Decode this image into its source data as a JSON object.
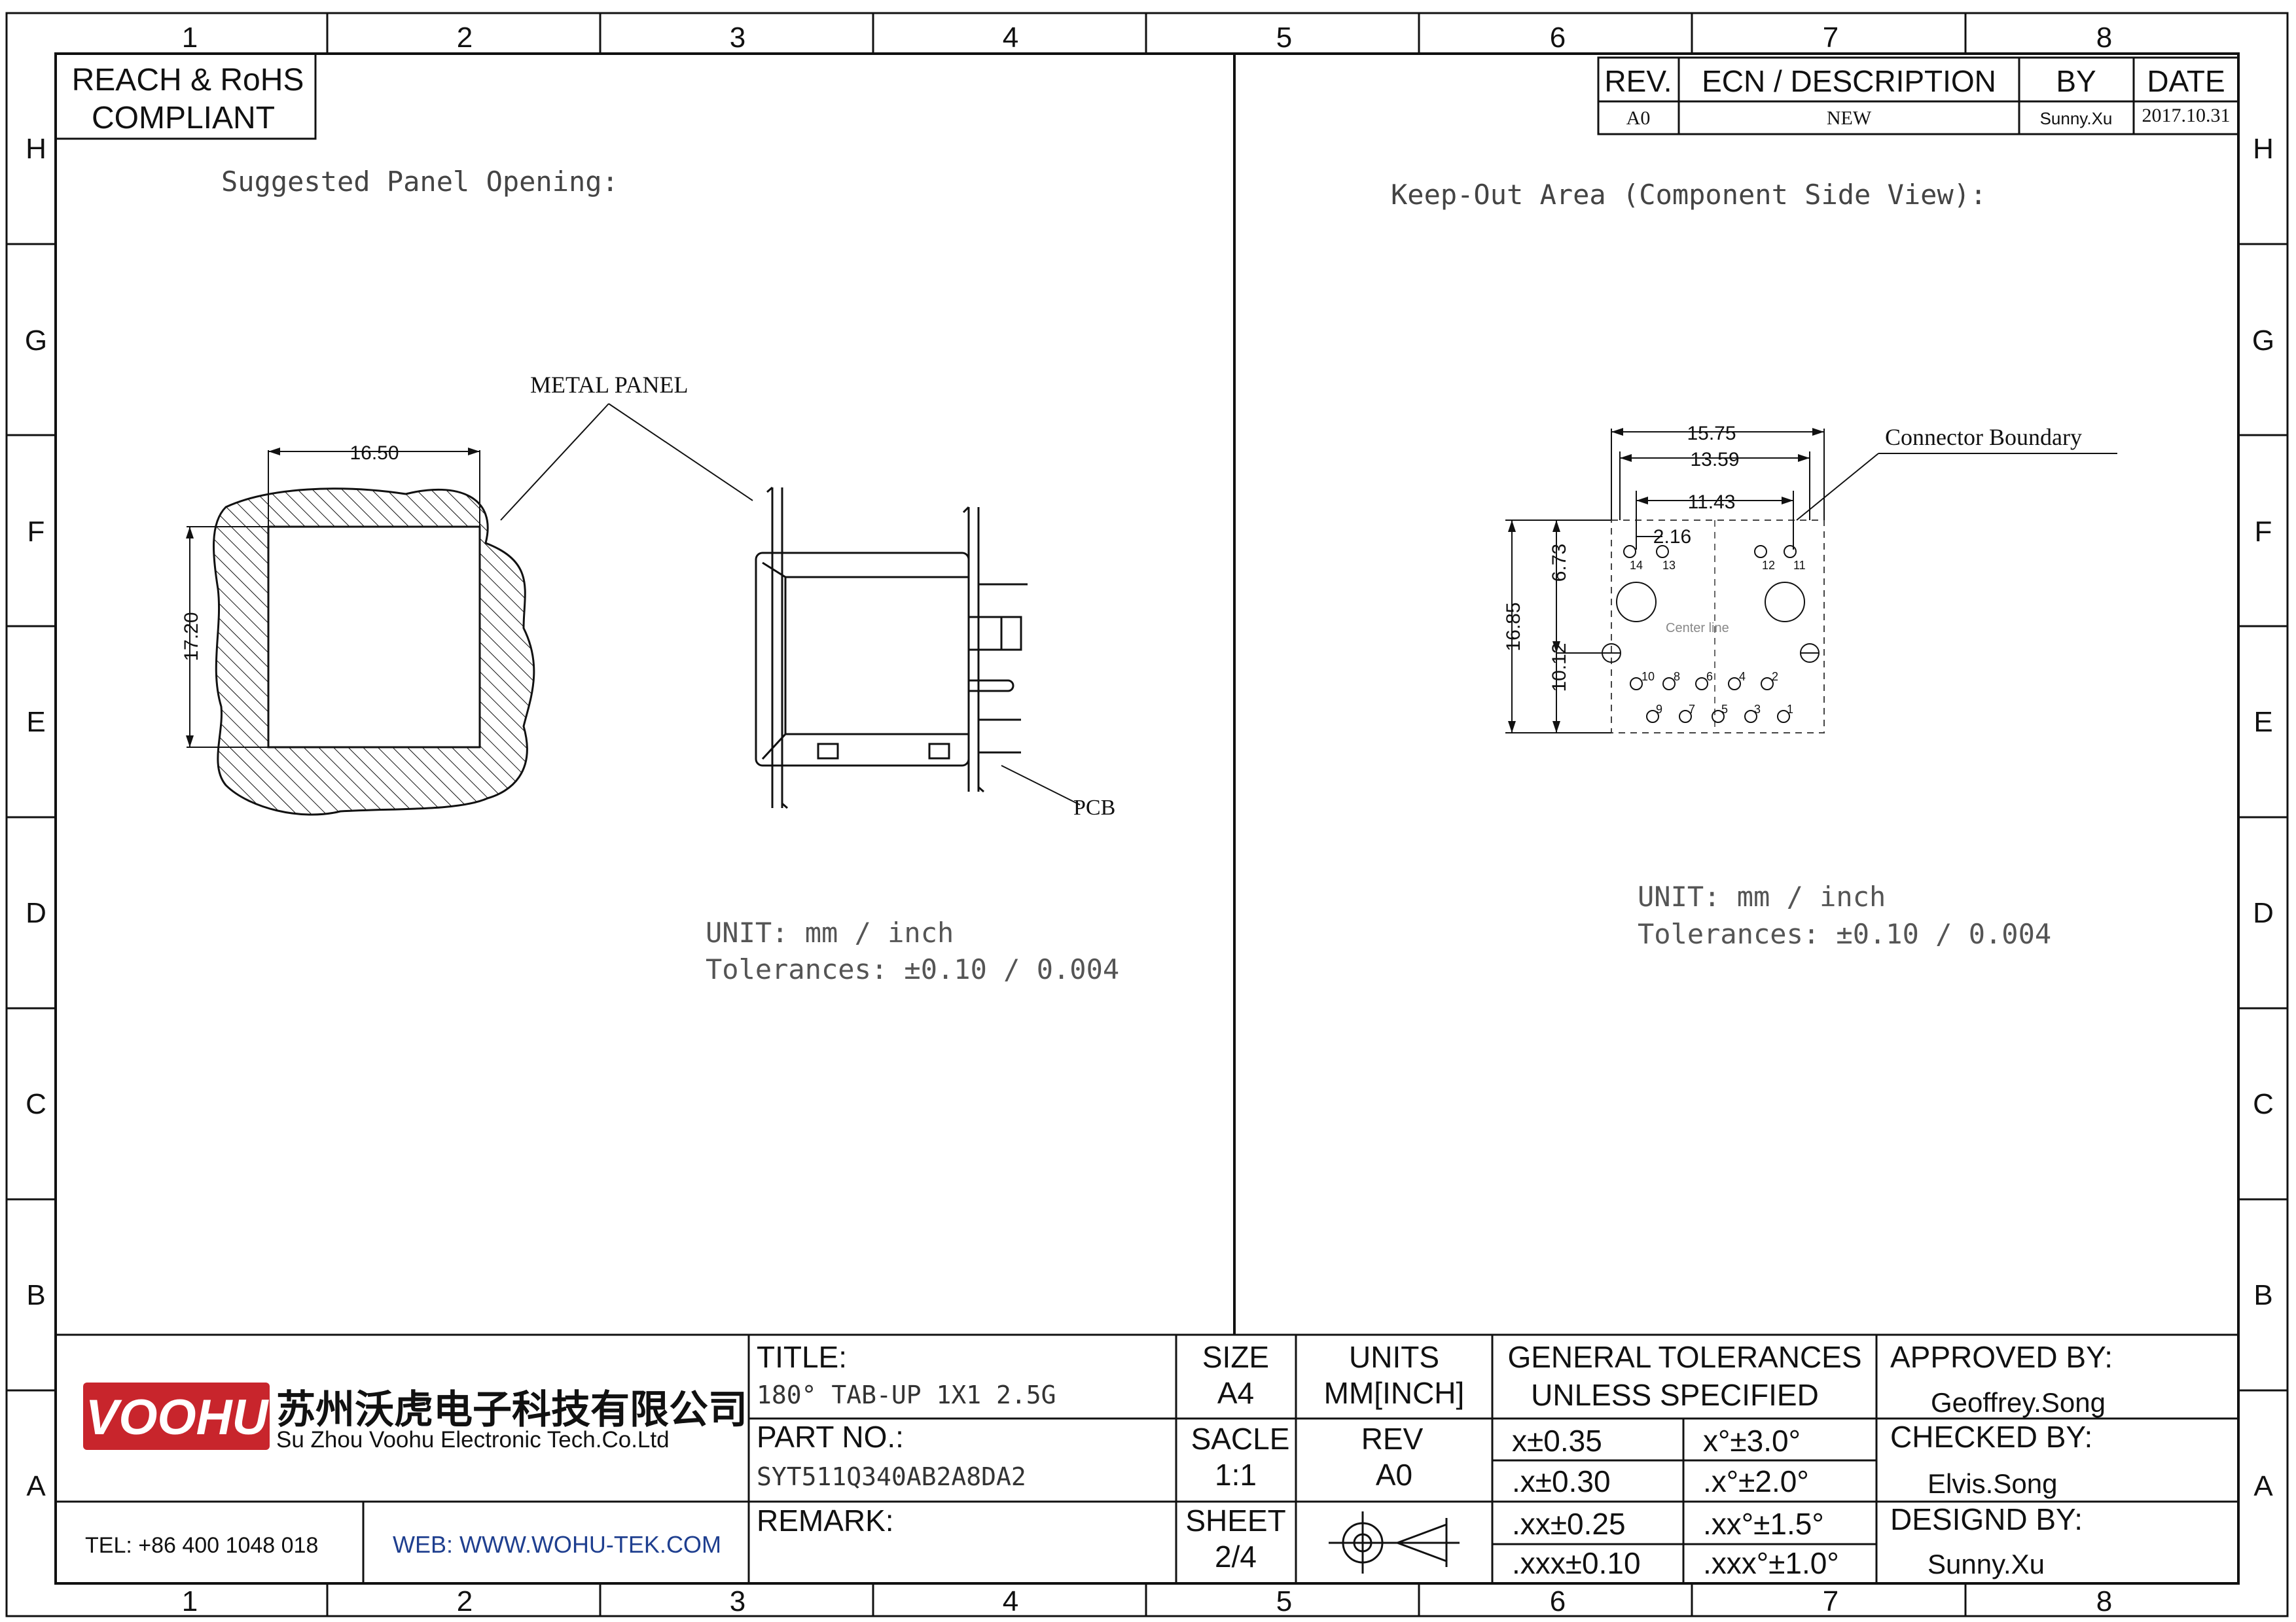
{
  "frame": {
    "columns": [
      "1",
      "2",
      "3",
      "4",
      "5",
      "6",
      "7",
      "8"
    ],
    "rows": [
      "H",
      "G",
      "F",
      "E",
      "D",
      "C",
      "B",
      "A"
    ]
  },
  "compliance": {
    "line1": "REACH & RoHS",
    "line2": "COMPLIANT"
  },
  "revision": {
    "headers": [
      "REV.",
      "ECN / DESCRIPTION",
      "BY",
      "DATE"
    ],
    "rows": [
      {
        "rev": "A0",
        "description": "NEW",
        "by": "Sunny.Xu",
        "date": "2017.10.31"
      }
    ]
  },
  "left_view": {
    "heading": "Suggested Panel Opening:",
    "metal_panel_label": "METAL PANEL",
    "pcb_label": "PCB",
    "width_dim": "16.50",
    "height_dim": "17.20",
    "unit_text": "UNIT:  mm  /  inch",
    "tolerance_text": "Tolerances:  ±0.10  /  0.004"
  },
  "right_view": {
    "heading": "Keep-Out Area (Component Side View):",
    "boundary_label": "Connector Boundary",
    "dims": {
      "d1": "15.75",
      "d2": "13.59",
      "d3": "11.43",
      "d4": "2.16",
      "d5": "6.73",
      "d6": "16.85",
      "d7": "10.12"
    },
    "center_label": "Center line",
    "pins": [
      "14",
      "13",
      "12",
      "11",
      "10",
      "8",
      "6",
      "4",
      "2",
      "9",
      "7",
      "5",
      "3",
      "1"
    ],
    "unit_text": "UNIT:  mm  /  inch",
    "tolerance_text": "Tolerances:  ±0.10  /  0.004"
  },
  "title_block": {
    "logo": "VOOHU",
    "company_cn": "苏州沃虎电子科技有限公司",
    "company_en": "Su Zhou Voohu Electronic Tech.Co.Ltd",
    "tel": "TEL: +86 400 1048 018",
    "web": "WEB: WWW.WOHU-TEK.COM",
    "title_label": "TITLE:",
    "title_value": "180°  TAB-UP  1X1  2.5G",
    "part_label": "PART NO.:",
    "part_value": "SYT511Q340AB2A8DA2",
    "remark_label": "REMARK:",
    "size_label": "SIZE",
    "size_value": "A4",
    "scale_label": "SACLE",
    "scale_value": "1:1",
    "sheet_label": "SHEET",
    "sheet_value": "2/4",
    "units_label": "UNITS",
    "units_value": "MM[INCH]",
    "rev_label": "REV",
    "rev_value": "A0",
    "tol_header1": "GENERAL TOLERANCES",
    "tol_header2": "UNLESS SPECIFIED",
    "tol_rows": [
      [
        "x±0.35",
        "x°±3.0°"
      ],
      [
        ".x±0.30",
        ".x°±2.0°"
      ],
      [
        ".xx±0.25",
        ".xx°±1.5°"
      ],
      [
        ".xxx±0.10",
        ".xxx°±1.0°"
      ]
    ],
    "approved_label": "APPROVED BY:",
    "approved_value": "Geoffrey.Song",
    "checked_label": "CHECKED BY:",
    "checked_value": "Elvis.Song",
    "designed_label": "DESIGND BY:",
    "designed_value": "Sunny.Xu"
  },
  "colors": {
    "logo_red": "#c8252c",
    "web_blue": "#1f3f8f",
    "ink": "#111111",
    "note_gray": "#555555"
  }
}
